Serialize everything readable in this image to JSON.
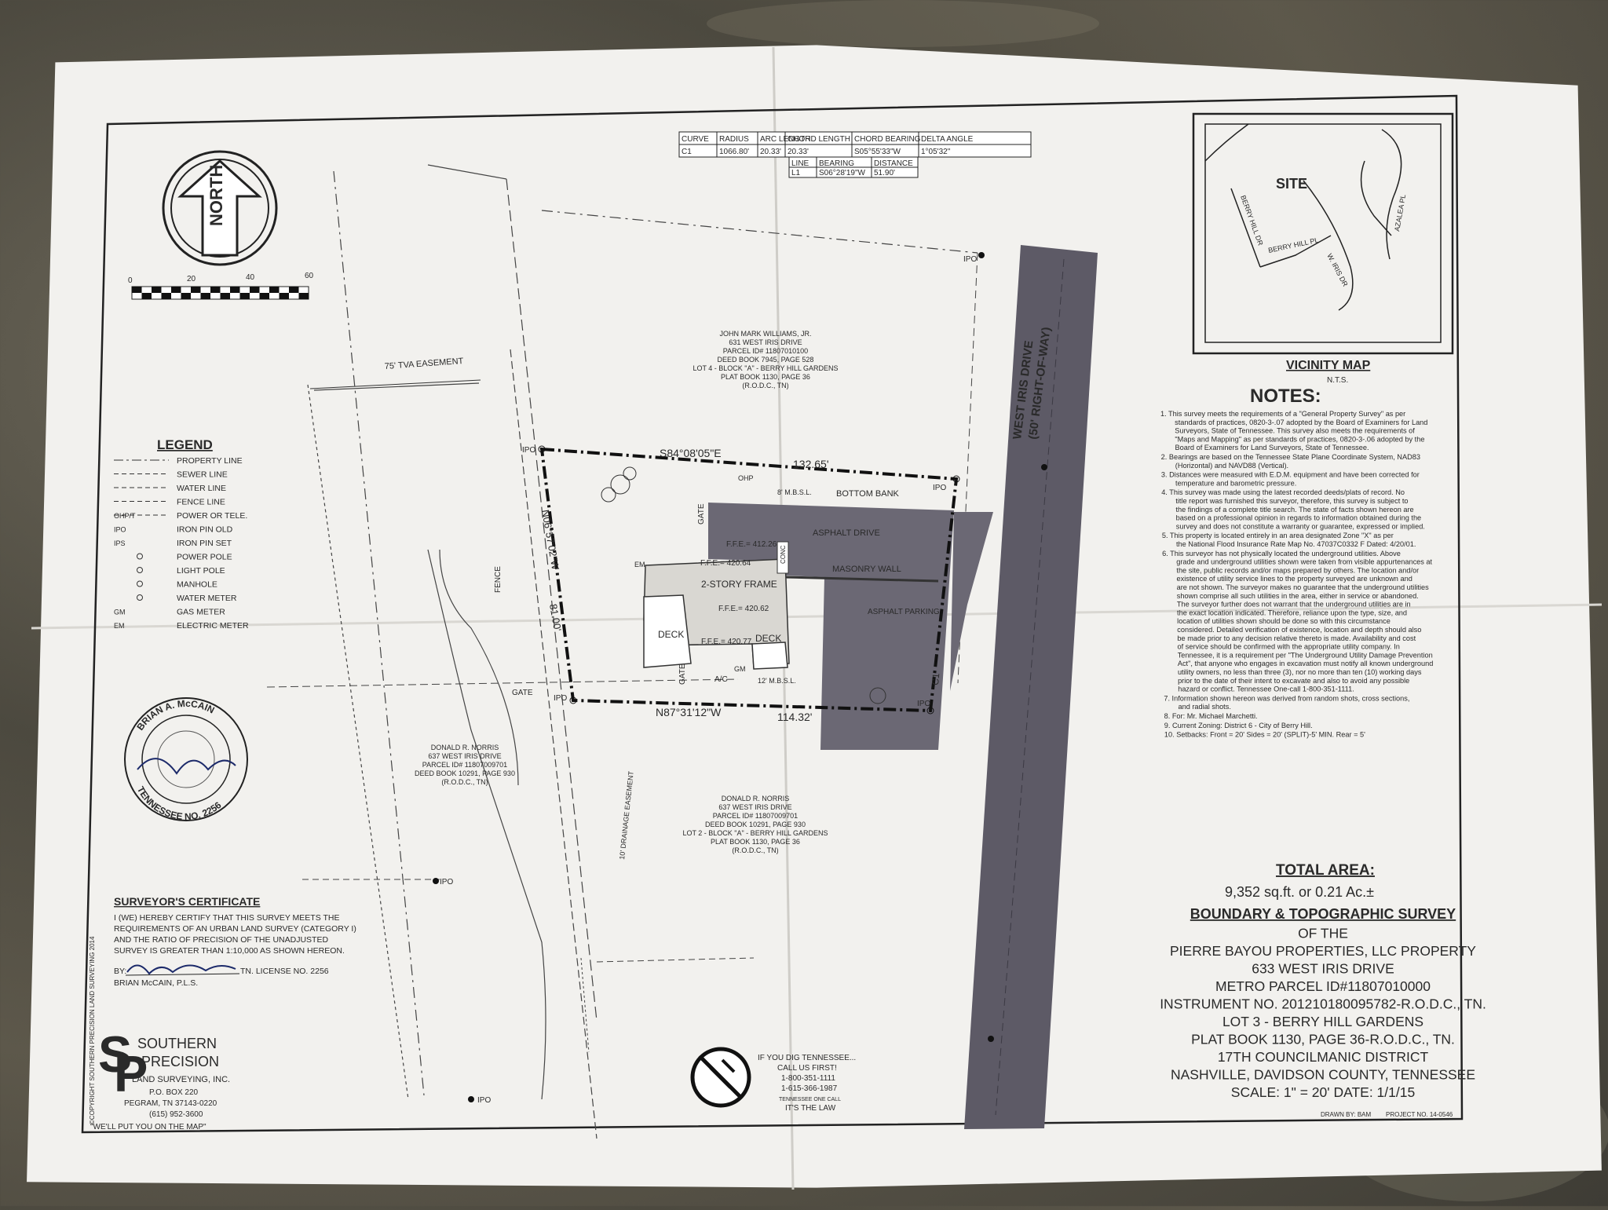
{
  "curve_table": {
    "headers": [
      "CURVE",
      "RADIUS",
      "ARC LENGTH",
      "CHORD LENGTH",
      "CHORD BEARING",
      "DELTA ANGLE"
    ],
    "row": [
      "C1",
      "1066.80'",
      "20.33'",
      "20.33'",
      "S05°55'33\"W",
      "1°05'32\""
    ]
  },
  "line_table": {
    "headers": [
      "LINE",
      "BEARING",
      "DISTANCE"
    ],
    "row": [
      "L1",
      "S06°28'19\"W",
      "51.90'"
    ]
  },
  "north_arrow": "NORTH",
  "scale_bar": [
    "0",
    "20",
    "40",
    "60"
  ],
  "vicinity": {
    "site": "SITE",
    "streets": [
      "BERRY HILL DR",
      "BERRY HILL PL",
      "W. IRIS DR",
      "AZALEA PL"
    ],
    "title": "VICINITY MAP",
    "nts": "N.T.S."
  },
  "legend": {
    "title": "LEGEND",
    "items": [
      {
        "sym": "",
        "label": "PROPERTY LINE"
      },
      {
        "sym": "",
        "label": "SEWER LINE"
      },
      {
        "sym": "",
        "label": "WATER LINE"
      },
      {
        "sym": "",
        "label": "FENCE LINE"
      },
      {
        "sym": "OHP/T",
        "label": "POWER OR TELE."
      },
      {
        "sym": "IPO",
        "label": "IRON PIN OLD"
      },
      {
        "sym": "IPS",
        "label": "IRON PIN SET"
      },
      {
        "sym": "",
        "label": "POWER POLE"
      },
      {
        "sym": "",
        "label": "LIGHT POLE"
      },
      {
        "sym": "",
        "label": "MANHOLE"
      },
      {
        "sym": "",
        "label": "WATER METER"
      },
      {
        "sym": "GM",
        "label": "GAS METER"
      },
      {
        "sym": "EM",
        "label": "ELECTRIC METER"
      }
    ]
  },
  "plan": {
    "easement_tva": "75' TVA EASEMENT",
    "owner_north": [
      "JOHN MARK WILLIAMS, JR.",
      "631 WEST IRIS DRIVE",
      "PARCEL ID# 11807010100",
      "DEED BOOK 7945, PAGE 528",
      "LOT 4 - BLOCK \"A\" - BERRY HILL GARDENS",
      "PLAT BOOK 1130, PAGE 36",
      "(R.O.D.C., TN)"
    ],
    "owner_west": [
      "DONALD R. NORRIS",
      "637 WEST IRIS DRIVE",
      "PARCEL ID# 11807009701",
      "DEED BOOK 10291, PAGE 930",
      "(R.O.D.C., TN)"
    ],
    "owner_south": [
      "DONALD R. NORRIS",
      "637 WEST IRIS DRIVE",
      "PARCEL ID# 11807009701",
      "DEED BOOK 10291, PAGE 930",
      "LOT 2 - BLOCK \"A\" - BERRY HILL GARDENS",
      "PLAT BOOK 1130, PAGE 36",
      "(R.O.D.C., TN)"
    ],
    "bearing_north": "S84°08'05\"E",
    "dist_north": "132.65'",
    "bearing_south": "N87°31'12\"W",
    "dist_south": "114.32'",
    "bearing_west": "N06°57'02\"W",
    "dist_west": "81.00'",
    "street": "WEST IRIS DRIVE",
    "row": "(50' RIGHT-OF-WAY)",
    "asphalt_drive": "ASPHALT DRIVE",
    "masonry_wall": "MASONRY WALL",
    "asphalt_parking": "ASPHALT PARKING",
    "house": "2-STORY FRAME",
    "deck1": "DECK",
    "deck2": "DECK",
    "ffe1": "F.F.E.= 412.26",
    "ffe2": "F.F.E.= 420.64",
    "ffe3": "F.F.E.= 420.62",
    "ffe4": "F.F.E.= 420.77",
    "conc": "CONC",
    "bottom_bank": "BOTTOM BANK",
    "mbsl1": "8' M.B.S.L.",
    "mbsl2": "12' M.B.S.L.",
    "ac": "A/C",
    "gate1": "GATE",
    "gate2": "GATE",
    "gate3": "GATE",
    "fence": "FENCE",
    "drainage": "10' DRAINAGE EASEMENT",
    "ipo": "IPO",
    "ohp": "OHP",
    "em": "EM",
    "gm": "GM",
    "c1": "C1"
  },
  "notes": {
    "title": "NOTES:",
    "items": [
      "1.  This survey meets the requirements of a \"General Property Survey\" as per standards of practices, 0820-3-.07 adopted by the Board of Examiners for Land Surveyors, State of Tennessee. This survey also meets the requirements of \"Maps and Mapping\" as per standards of practices, 0820-3-.06 adopted by the Board of Examiners for Land Surveyors, State of Tennessee.",
      "2.  Bearings are based on the Tennessee State Plane Coordinate System, NAD83 (Horizontal) and NAVD88 (Vertical).",
      "3.  Distances were measured with E.D.M. equipment and have been corrected for temperature and barometric pressure.",
      "4.  This survey was made using the latest recorded deeds/plats of record. No title report was furnished this surveyor, therefore, this survey is subject to the findings of a complete title search. The state of facts shown hereon are based on a professional opinion in regards to information obtained during the survey and does not constitute a warranty or guarantee, expressed or implied.",
      "5.  This property is located entirely in an area designated Zone \"X\" as per the National Flood Insurance Rate Map No. 47037C0332 F Dated: 4/20/01.",
      "6.  This surveyor has not physically located the underground utilities. Above grade and underground utilities shown were taken from visible appurtenances at the site, public records and/or maps prepared by others. The location and/or existence of utility service lines to the property surveyed are unknown and are not shown. The surveyor makes no guarantee that the underground utilities shown comprise all such utilities in the area, either in service or abandoned. The surveyor further does not warrant that the underground utilities are in the exact location indicated. Therefore, reliance upon the type, size, and location of utilities shown should be done so with this circumstance considered. Detailed verification of existence, location and depth should also be made prior to any decision relative thereto is made. Availability and cost of service should be confirmed with the appropriate utility company. In Tennessee, it is a requirement per \"The Underground Utility Damage Prevention Act\", that anyone who engages in excavation must notify all known underground utility owners, no less than three (3), nor no more than ten (10) working days prior to the date of their intent to excavate and also to avoid any possible hazard or conflict. Tennessee One-call 1-800-351-1111.",
      "7.  Information shown hereon was derived from random shots, cross sections, and radial shots.",
      "8.  For: Mr. Michael Marchetti.",
      "9.  Current Zoning: District 6 - City of Berry Hill.",
      "10. Setbacks: Front = 20'  Sides = 20' (SPLIT)-5' MIN. Rear = 5'"
    ]
  },
  "total_area": {
    "title": "TOTAL AREA:",
    "value": "9,352 sq.ft. or 0.21 Ac.±"
  },
  "survey_title": [
    "BOUNDARY & TOPOGRAPHIC SURVEY",
    "OF THE",
    "PIERRE BAYOU PROPERTIES, LLC PROPERTY",
    "633 WEST IRIS DRIVE",
    "METRO PARCEL ID#11807010000",
    "INSTRUMENT NO. 20121018009578​2-R.O.D.C., TN.",
    "LOT 3 - BERRY HILL GARDENS",
    "PLAT BOOK 1130, PAGE 36-R.O.D.C., TN.",
    "17TH COUNCILMANIC DISTRICT",
    "NASHVILLE, DAVIDSON COUNTY, TENNESSEE",
    "SCALE: 1\" = 20'    DATE: 1/1/15"
  ],
  "drawn_by": "DRAWN BY: BAM",
  "project_no": "PROJECT NO. 14-0546",
  "certificate": {
    "title": "SURVEYOR'S CERTIFICATE",
    "lines": [
      "I (WE) HEREBY CERTIFY THAT THIS SURVEY MEETS THE",
      "REQUIREMENTS OF AN URBAN LAND SURVEY (CATEGORY I)",
      "AND THE RATIO OF PRECISION OF THE UNADJUSTED",
      "SURVEY IS GREATER THAN 1:10,000 AS SHOWN HEREON."
    ],
    "by": "BY:",
    "license": "TN. LICENSE NO. 2256",
    "name": "BRIAN McCAIN, P.L.S."
  },
  "seal": {
    "top": "BRIAN A. McCAIN",
    "bottom": "TENNESSEE NO. 2256"
  },
  "company": {
    "name1": "SOUTHERN",
    "name2": "PRECISION",
    "sub": "LAND SURVEYING, INC.",
    "lines": [
      "P.O. BOX 220",
      "PEGRAM, TN  37143-0220",
      "(615) 952-3600"
    ],
    "slogan": "\"WE'LL PUT YOU ON THE MAP\"",
    "copyright": "©COPYRIGHT SOUTHERN PRECISION LAND SURVEYING 2014"
  },
  "dig": {
    "lines": [
      "IF YOU DIG TENNESSEE...",
      "CALL US FIRST!",
      "1-800-351-1111",
      "1-615-366-1987",
      "TENNESSEE ONE CALL",
      "IT'S THE LAW"
    ]
  },
  "colors": {
    "road": "#5d5a66",
    "paper": "#f2f1ee",
    "drive": "#6b6874"
  }
}
